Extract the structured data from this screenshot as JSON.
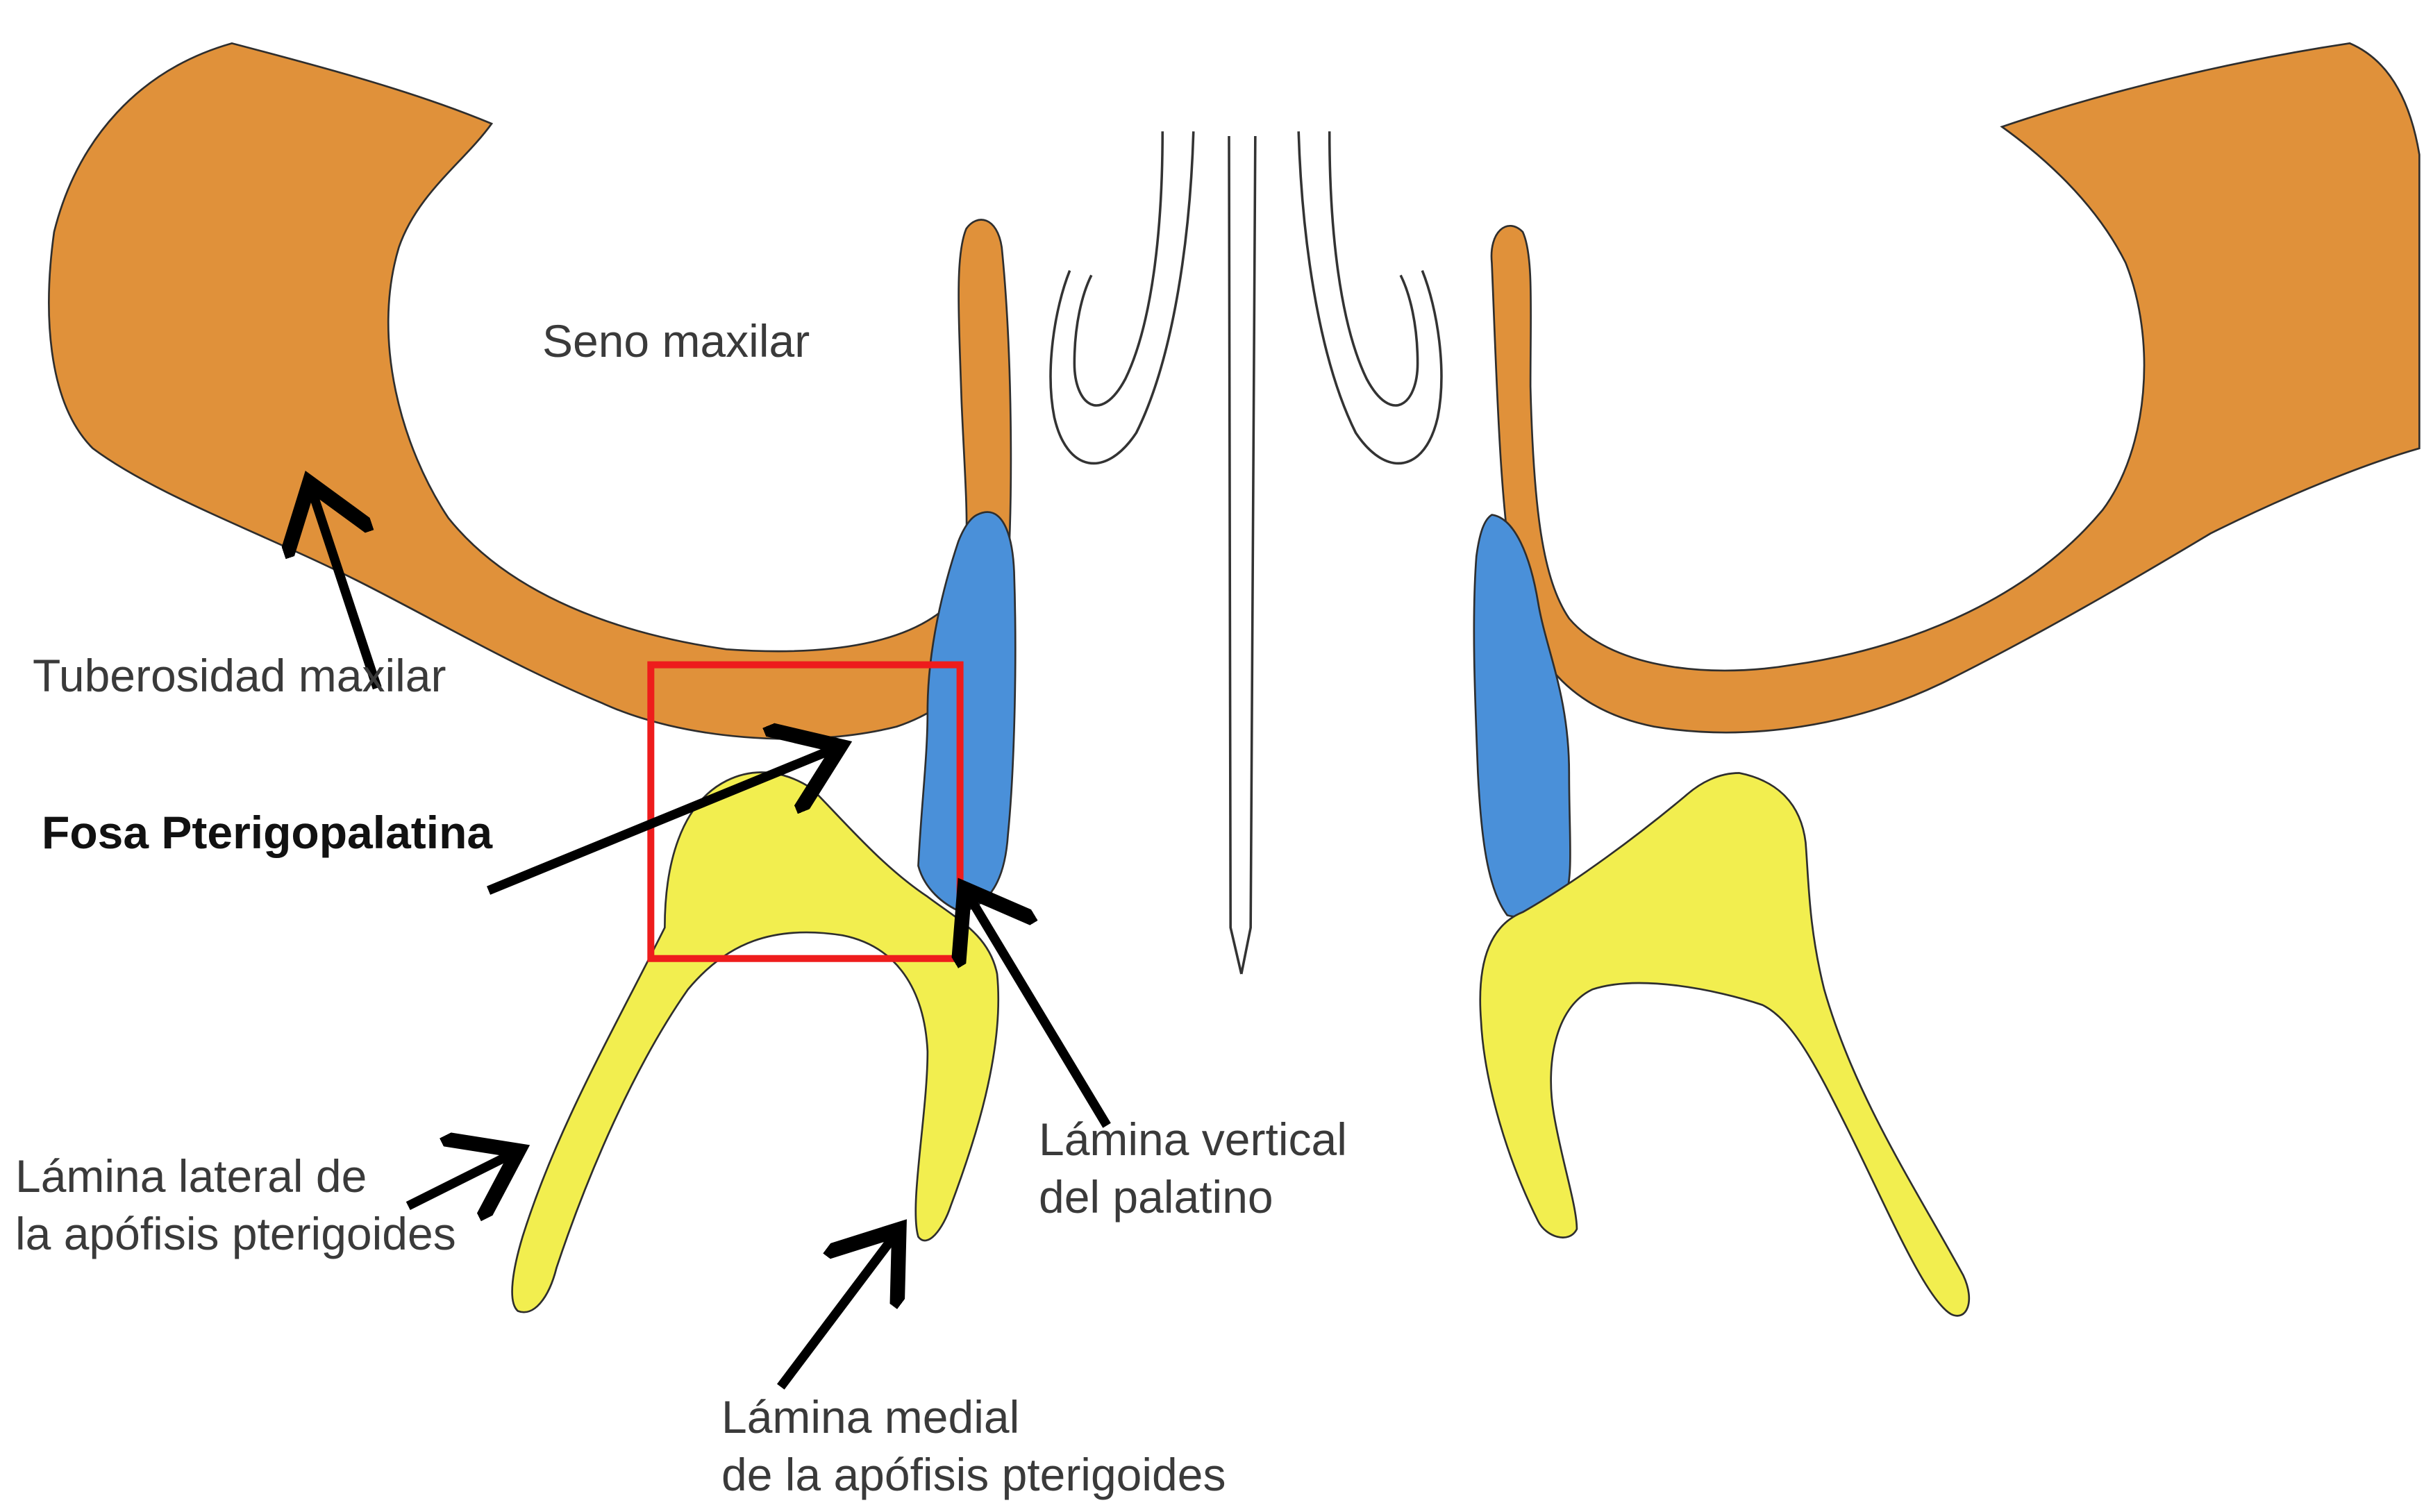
{
  "colors": {
    "maxilla": "#e0913a",
    "palatine": "#4a90d9",
    "pterygoid": "#f2ee4f",
    "outline": "#2e2e2e",
    "arrow": "#000000",
    "highlight": "#ee1c1c",
    "nasal_lines": "#333333"
  },
  "labels": {
    "seno_maxilar": "Seno maxilar",
    "tuberosidad_maxilar": "Tuberosidad maxilar",
    "fosa_pterigopalatina": "Fosa Pterigopalatina",
    "lamina_lateral_line1": "Lámina lateral de",
    "lamina_lateral_line2": "la apófisis pterigoides",
    "lamina_vertical_line1": "Lámina vertical",
    "lamina_vertical_line2": "del palatino",
    "lamina_medial_line1": "Lámina medial",
    "lamina_medial_line2": "de la apófisis pterigoides"
  }
}
